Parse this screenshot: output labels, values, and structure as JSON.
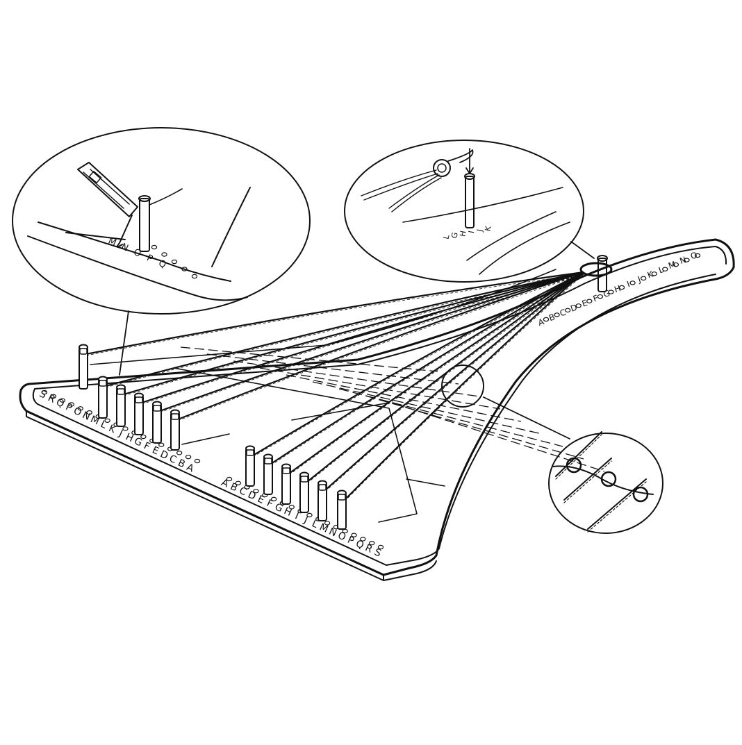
{
  "figure": {
    "colors": {
      "ink": "#111111",
      "paper": "#ffffff"
    },
    "board": {
      "left_row_labels": [
        "S",
        "R",
        "Q",
        "P",
        "O",
        "N",
        "M",
        "L",
        "K",
        "J",
        "H",
        "G",
        "F",
        "E",
        "D",
        "C",
        "B",
        "A"
      ],
      "right_row_labels": [
        "A",
        "B",
        "C",
        "D",
        "E",
        "F",
        "G",
        "H",
        "I",
        "J",
        "L",
        "M",
        "N",
        "O",
        "P",
        "Q",
        "R",
        "S"
      ],
      "arm_labels": [
        "A",
        "B",
        "C",
        "D",
        "E",
        "F",
        "G",
        "H",
        "I",
        "J",
        "K",
        "L",
        "M",
        "N",
        "O"
      ]
    },
    "inset_left": {
      "labels": [
        "M",
        "N",
        "O",
        "P",
        "Q"
      ]
    },
    "inset_top_right": {
      "labels": [
        "L",
        "G",
        "H",
        "I",
        "J",
        "K"
      ]
    },
    "inset_bottom_right": {
      "icon": "knot-detail-icon"
    }
  }
}
